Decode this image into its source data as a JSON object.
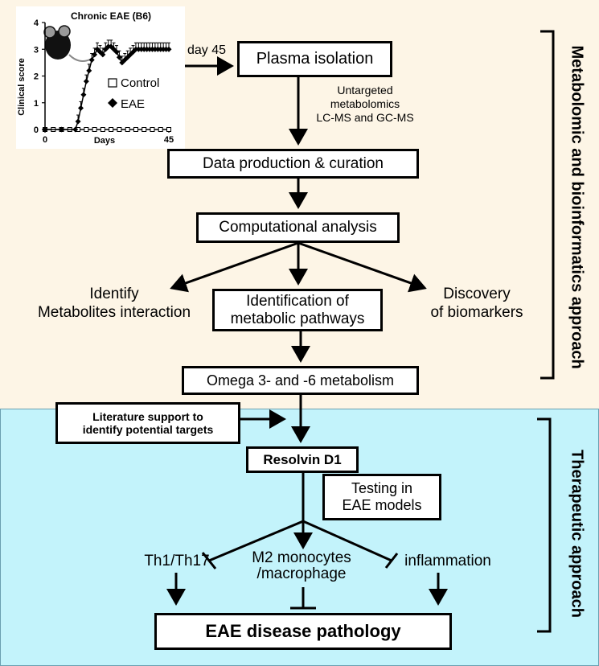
{
  "chart": {
    "title": "Chronic EAE (B6)",
    "ylabel": "Clinical score",
    "xlabel": "Days",
    "yticks": [
      "0",
      "1",
      "2",
      "3",
      "4"
    ],
    "xticks": [
      "0",
      "45"
    ],
    "legend": [
      {
        "label": "Control",
        "marker": "open-square"
      },
      {
        "label": "EAE",
        "marker": "filled-diamond"
      }
    ],
    "day_label": "day 45"
  },
  "chart_data": {
    "type": "line",
    "title": "Chronic EAE (B6)",
    "xlabel": "Days",
    "ylabel": "Clinical score",
    "xlim": [
      0,
      45
    ],
    "ylim": [
      0,
      4
    ],
    "series": [
      {
        "name": "Control",
        "x": [
          0,
          3,
          6,
          9,
          12,
          15,
          18,
          21,
          24,
          27,
          30,
          33,
          36,
          39,
          42,
          45
        ],
        "y": [
          0,
          0,
          0,
          0,
          0,
          0,
          0,
          0,
          0,
          0,
          0,
          0,
          0,
          0,
          0,
          0
        ]
      },
      {
        "name": "EAE",
        "x": [
          0,
          6,
          11,
          12,
          13,
          14,
          15,
          16,
          17,
          18,
          19,
          20,
          21,
          22,
          23,
          24,
          25,
          26,
          27,
          28,
          29,
          30,
          31,
          32,
          33,
          34,
          35,
          36,
          37,
          38,
          39,
          40,
          41,
          42,
          43,
          44,
          45
        ],
        "y": [
          0,
          0,
          0,
          0.3,
          0.8,
          1.3,
          1.8,
          2.2,
          2.6,
          2.8,
          3.0,
          2.9,
          2.8,
          3.0,
          3.1,
          3.1,
          3.0,
          2.9,
          2.7,
          2.5,
          2.6,
          2.7,
          2.8,
          2.9,
          3.0,
          3.0,
          3.0,
          3.0,
          3.0,
          3.0,
          3.0,
          3.0,
          3.0,
          3.0,
          3.0,
          3.0,
          3.0
        ]
      }
    ]
  },
  "flow": {
    "plasma": "Plasma isolation",
    "untargeted": [
      "Untargeted",
      "metabolomics",
      "LC-MS and GC-MS"
    ],
    "data_production": "Data production & curation",
    "computational": "Computational analysis",
    "identify": [
      "Identify",
      "Metabolites interaction"
    ],
    "pathways": [
      "Identification of",
      "metabolic pathways"
    ],
    "biomarkers": [
      "Discovery",
      "of biomarkers"
    ],
    "omega": "Omega 3- and -6 metabolism",
    "literature": [
      "Literature support to",
      "identify potential targets"
    ],
    "resolvin": "Resolvin D1",
    "testing": [
      "Testing in",
      "EAE models"
    ],
    "th": "Th1/Th17",
    "m2": [
      "M2 monocytes",
      "/macrophage"
    ],
    "inflammation": "inflammation",
    "pathology": "EAE disease pathology"
  },
  "side_labels": {
    "metabolomic": "Metabolomic and bioinformatics approach",
    "therapeutic": "Therapeutic approach"
  },
  "colors": {
    "top_bg": "#fdf5e6",
    "bottom_bg": "#c3f3fb"
  }
}
